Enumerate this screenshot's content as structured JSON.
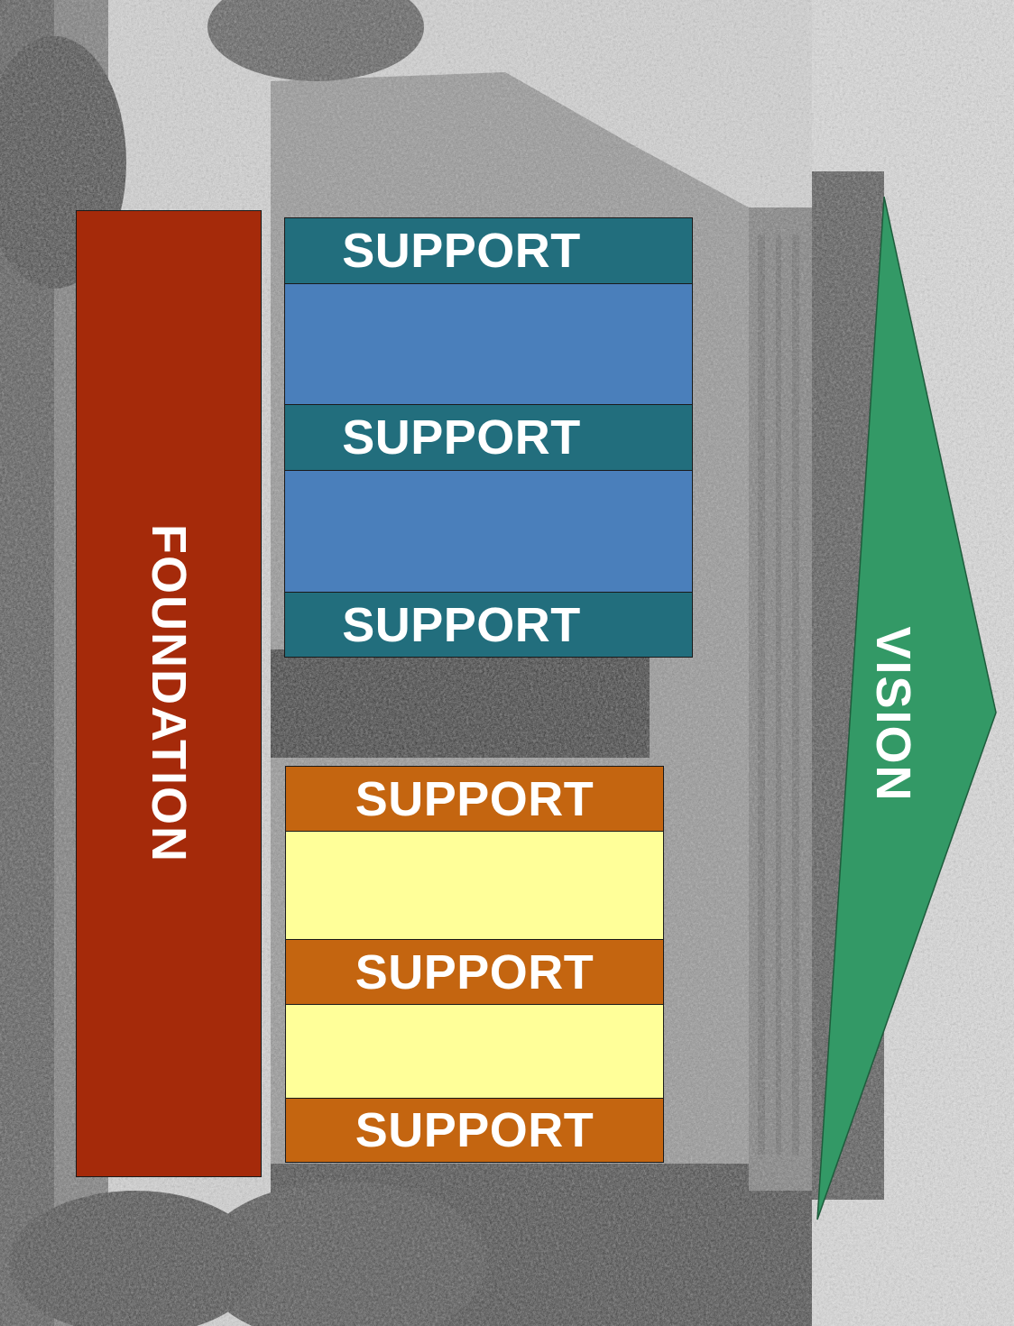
{
  "diagram": {
    "foundation_label": "FOUNDATION",
    "vision_label": "VISION",
    "support_label": "SUPPORT",
    "colors": {
      "foundation": "#a52a0a",
      "vision": "#339966",
      "support_teal": "#226e7d",
      "panel_blue": "#4a7fbb",
      "support_orange": "#c46510",
      "panel_yellow": "#ffff99"
    },
    "background": "grayscale photograph of a classical temple (rotated)"
  }
}
